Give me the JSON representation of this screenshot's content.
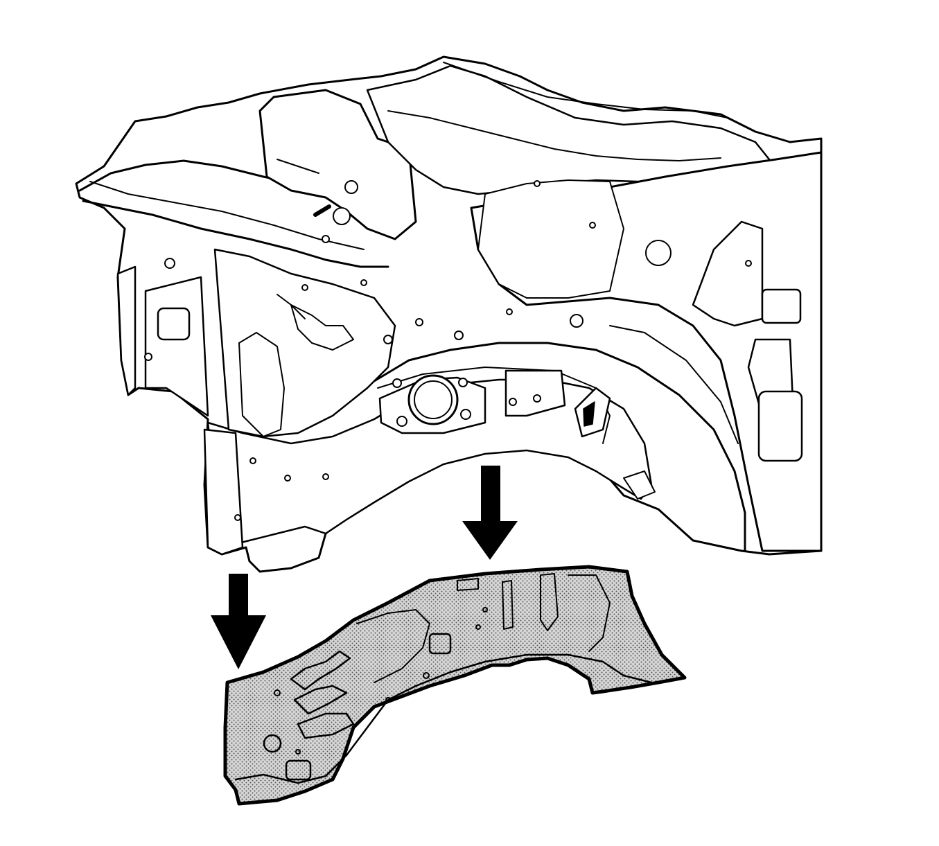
{
  "diagram": {
    "type": "technical-line-illustration",
    "subject_parts": [
      "body-structure-assembly",
      "wheelhouse-panel-highlighted"
    ],
    "arrows": [
      {
        "id": "arrow-left",
        "direction": "down"
      },
      {
        "id": "arrow-right",
        "direction": "down"
      }
    ],
    "colors": {
      "line": "#000000",
      "background": "#ffffff",
      "highlight_fill": "#b8b8b8",
      "stipple_dot": "#555555"
    }
  }
}
